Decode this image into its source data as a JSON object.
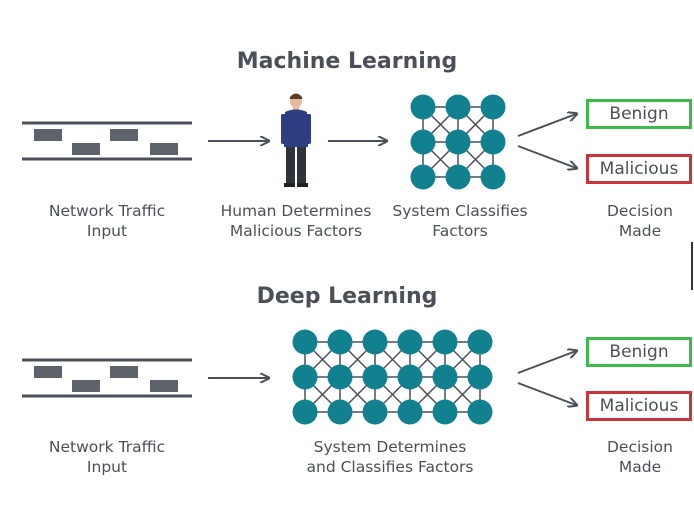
{
  "machine_learning": {
    "title": "Machine Learning",
    "captions": {
      "input": [
        "Network Traffic",
        "Input"
      ],
      "human": [
        "Human Determines",
        "Malicious Factors"
      ],
      "system": [
        "System Classifies",
        "Factors"
      ],
      "decision": [
        "Decision",
        "Made"
      ]
    },
    "outcomes": {
      "benign": "Benign",
      "malicious": "Malicious"
    }
  },
  "deep_learning": {
    "title": "Deep Learning",
    "captions": {
      "input": [
        "Network Traffic",
        "Input"
      ],
      "system": [
        "System Determines",
        "and Classifies Factors"
      ],
      "decision": [
        "Decision",
        "Made"
      ]
    },
    "outcomes": {
      "benign": "Benign",
      "malicious": "Malicious"
    }
  },
  "colors": {
    "text": "#4b5058",
    "node": "#11808f",
    "line": "#4b5058",
    "benign_border": "#3cba4a",
    "malicious_border": "#c8353b"
  },
  "icons": [
    "network-traffic-icon",
    "person-icon",
    "neural-network-icon",
    "arrow-icon"
  ]
}
